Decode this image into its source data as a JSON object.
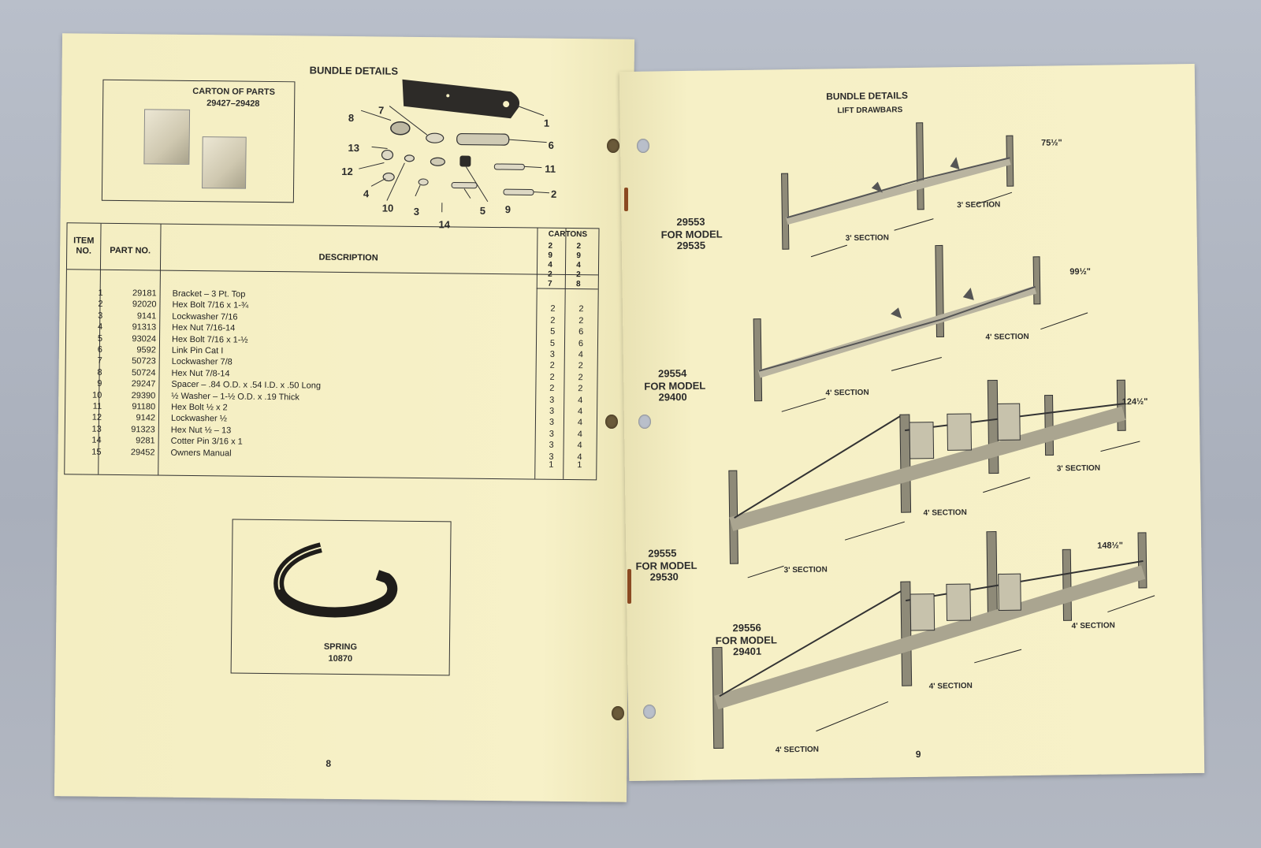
{
  "left_page": {
    "heading": "BUNDLE DETAILS",
    "carton": {
      "title": "CARTON OF PARTS",
      "numbers": "29427–29428"
    },
    "callouts": [
      "1",
      "2",
      "3",
      "4",
      "5",
      "6",
      "7",
      "8",
      "9",
      "10",
      "11",
      "12",
      "13",
      "14"
    ],
    "table": {
      "headers": {
        "item": "ITEM",
        "item2": "NO.",
        "part": "PART NO.",
        "description": "DESCRIPTION",
        "cartons": "CARTONS"
      },
      "carton_cols": {
        "a": [
          "2",
          "9",
          "4",
          "2",
          "7"
        ],
        "b": [
          "2",
          "9",
          "4",
          "2",
          "8"
        ]
      },
      "rows": [
        {
          "item": "1",
          "part": "29181",
          "desc": "Bracket – 3 Pt. Top",
          "a": "",
          "b": ""
        },
        {
          "item": "2",
          "part": "92020",
          "desc": "Hex Bolt 7/16 x 1-¾",
          "a": "2",
          "b": "2"
        },
        {
          "item": "3",
          "part": "9141",
          "desc": "Lockwasher 7/16",
          "a": "2",
          "b": "2"
        },
        {
          "item": "4",
          "part": "91313",
          "desc": "Hex Nut 7/16-14",
          "a": "5",
          "b": "6"
        },
        {
          "item": "5",
          "part": "93024",
          "desc": "Hex Bolt 7/16 x 1-½",
          "a": "5",
          "b": "6"
        },
        {
          "item": "6",
          "part": "9592",
          "desc": "Link Pin Cat I",
          "a": "3",
          "b": "4"
        },
        {
          "item": "7",
          "part": "50723",
          "desc": "Lockwasher 7/8",
          "a": "2",
          "b": "2"
        },
        {
          "item": "8",
          "part": "50724",
          "desc": "Hex Nut 7/8-14",
          "a": "2",
          "b": "2"
        },
        {
          "item": "9",
          "part": "29247",
          "desc": "Spacer – .84 O.D. x .54 I.D. x .50 Long",
          "a": "2",
          "b": "2"
        },
        {
          "item": "10",
          "part": "29390",
          "desc": "½ Washer – 1-½ O.D. x .19 Thick",
          "a": "3",
          "b": "4"
        },
        {
          "item": "11",
          "part": "91180",
          "desc": "Hex Bolt ½ x 2",
          "a": "3",
          "b": "4"
        },
        {
          "item": "12",
          "part": "9142",
          "desc": "Lockwasher ½",
          "a": "3",
          "b": "4"
        },
        {
          "item": "13",
          "part": "91323",
          "desc": "Hex Nut ½ – 13",
          "a": "3",
          "b": "4"
        },
        {
          "item": "14",
          "part": "9281",
          "desc": "Cotter Pin 3/16 x 1",
          "a": "3",
          "b": "4"
        },
        {
          "item": "15",
          "part": "29452",
          "desc": "Owners Manual",
          "a": "3",
          "b": "4"
        }
      ],
      "extra_row": {
        "a": "1",
        "b": "1"
      }
    },
    "spring": {
      "label": "SPRING",
      "number": "10870"
    },
    "page_number": "8"
  },
  "right_page": {
    "heading": "BUNDLE DETAILS",
    "subheading": "LIFT DRAWBARS",
    "assemblies": [
      {
        "part": "29553",
        "model_label": "FOR MODEL",
        "model": "29535",
        "length": "75½\"",
        "sections": [
          "3' SECTION",
          "3' SECTION"
        ]
      },
      {
        "part": "29554",
        "model_label": "FOR MODEL",
        "model": "29400",
        "length": "99½\"",
        "sections": [
          "4' SECTION",
          "4' SECTION"
        ]
      },
      {
        "part": "29555",
        "model_label": "FOR MODEL",
        "model": "29530",
        "length": "124½\"",
        "sections": [
          "3' SECTION",
          "4' SECTION",
          "3' SECTION"
        ]
      },
      {
        "part": "29556",
        "model_label": "FOR MODEL",
        "model": "29401",
        "length": "148½\"",
        "sections": [
          "4' SECTION",
          "4' SECTION",
          "4' SECTION"
        ]
      }
    ],
    "page_number": "9"
  },
  "colors": {
    "paper": "#f6f0c4",
    "ink": "#2b2b2b",
    "background": "#aeb4c0"
  }
}
